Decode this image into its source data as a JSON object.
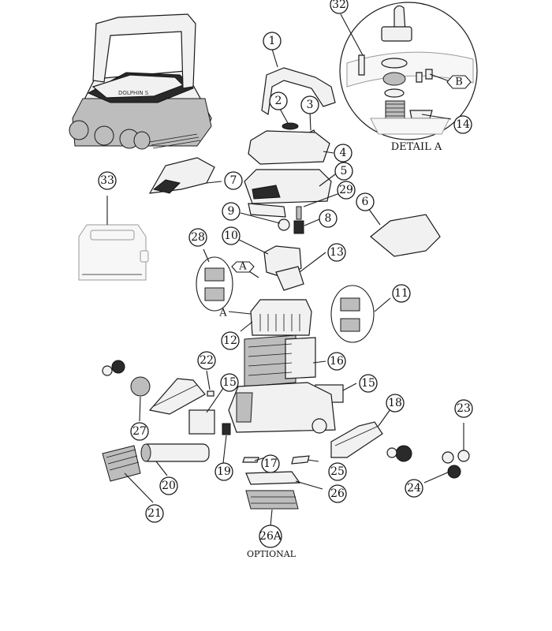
{
  "callouts": {
    "c1": "1",
    "c2": "2",
    "c3": "3",
    "c4": "4",
    "c5": "5",
    "c6": "6",
    "c7": "7",
    "c8": "8",
    "c9": "9",
    "c10": "10",
    "c11": "11",
    "c12": "12",
    "c13": "13",
    "c14": "14",
    "c15a": "15",
    "c15b": "15",
    "c16": "16",
    "c17": "17",
    "c18": "18",
    "c19": "19",
    "c20": "20",
    "c21": "21",
    "c22": "22",
    "c23": "23",
    "c24": "24",
    "c25": "25",
    "c26": "26",
    "c26a": "26A",
    "c27": "27",
    "c28": "28",
    "c29": "29",
    "c32": "32",
    "c33": "33"
  },
  "detail_caption": "DETAIL A",
  "optional_caption": "OPTIONAL",
  "letters": {
    "a_badge": "A",
    "a_label": "A",
    "b_badge": "B"
  },
  "product_label": "DOLPHIN S",
  "colors": {
    "line": "#1a1a1a",
    "background": "#ffffff",
    "part_fill": "#f1f1f1",
    "dark": "#2a2a2a"
  }
}
